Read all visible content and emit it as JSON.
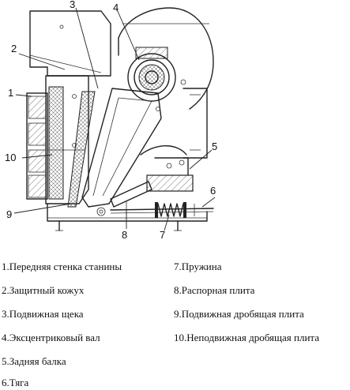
{
  "callouts": {
    "c1": "1",
    "c2": "2",
    "c3": "3",
    "c4": "4",
    "c5": "5",
    "c6": "6",
    "c7": "7",
    "c8": "8",
    "c9": "9",
    "c10": "10"
  },
  "legend": {
    "item1": "1.Передняя стенка станины",
    "item2": "2.Защитный кожух",
    "item3": "3.Подвижная щека",
    "item4": "4.Эксцентриковый вал",
    "item5": "5.Задняя балка",
    "item6": "6.Тяга",
    "item7": "7.Пружина",
    "item8": "8.Распорная плита",
    "item9": "9.Подвижная дробящая плита",
    "item10": "10.Неподвижная дробящая плита"
  }
}
